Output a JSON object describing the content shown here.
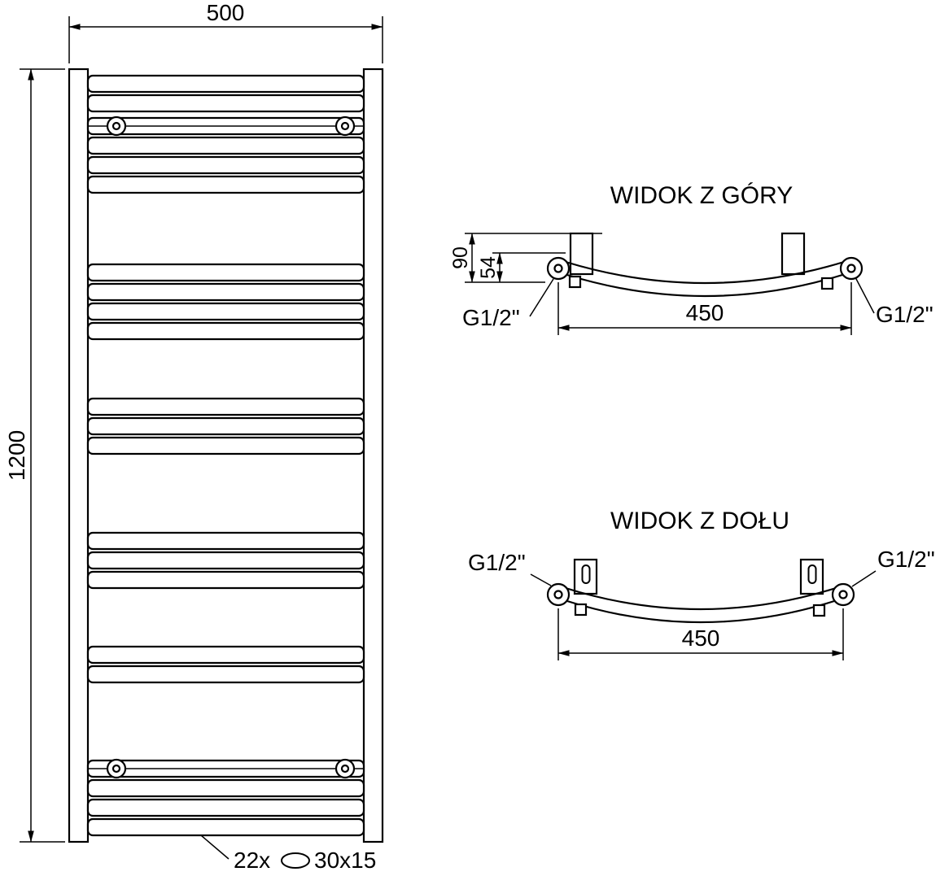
{
  "drawing": {
    "background": "#ffffff",
    "line_color": "#000000"
  },
  "front_view": {
    "width_dim": "500",
    "height_dim": "1200",
    "tube_count_label": "22x",
    "tube_profile_label": "30x15"
  },
  "top_view": {
    "title": "WIDOK Z GÓRY",
    "depth_dim": "90",
    "axis_dim": "54",
    "span_dim": "450",
    "thread_left": "G1/2\"",
    "thread_right": "G1/2\""
  },
  "bottom_view": {
    "title": "WIDOK Z DOŁU",
    "span_dim": "450",
    "thread_left": "G1/2\"",
    "thread_right": "G1/2\""
  }
}
